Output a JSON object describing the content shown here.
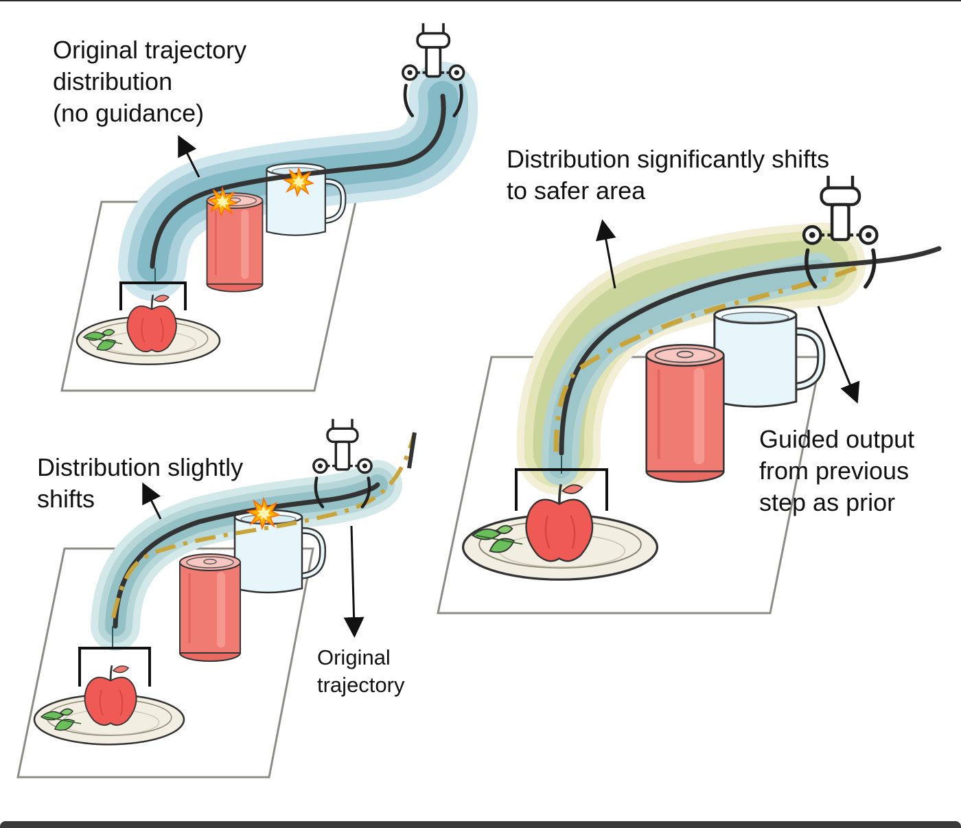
{
  "labels": {
    "top_left": [
      "Original trajectory",
      "distribution",
      "(no guidance)"
    ],
    "top_right": [
      "Distribution significantly shifts",
      "to safer area"
    ],
    "bottom_left": [
      "Distribution slightly",
      "shifts"
    ],
    "original_trajectory": [
      "Original",
      "trajectory"
    ],
    "guided_output": [
      "Guided output",
      "from previous",
      "step as prior"
    ]
  },
  "colors": {
    "distribution_blue": "#6fa8b8",
    "distribution_green": "#b9c27a",
    "trajectory": "#333333",
    "dashed_trajectory": "#c9a43a",
    "can": "#f07b72",
    "mug": "#e6f6fb",
    "apple": "#f05a55",
    "leaf": "#6abf5a",
    "plate": "#f3eee2",
    "collision": "#ffb000"
  },
  "icons": [
    "robot-gripper-icon",
    "apple-icon",
    "soda-can-icon",
    "mug-icon",
    "plate-icon",
    "collision-burst-icon",
    "arrow-icon"
  ]
}
